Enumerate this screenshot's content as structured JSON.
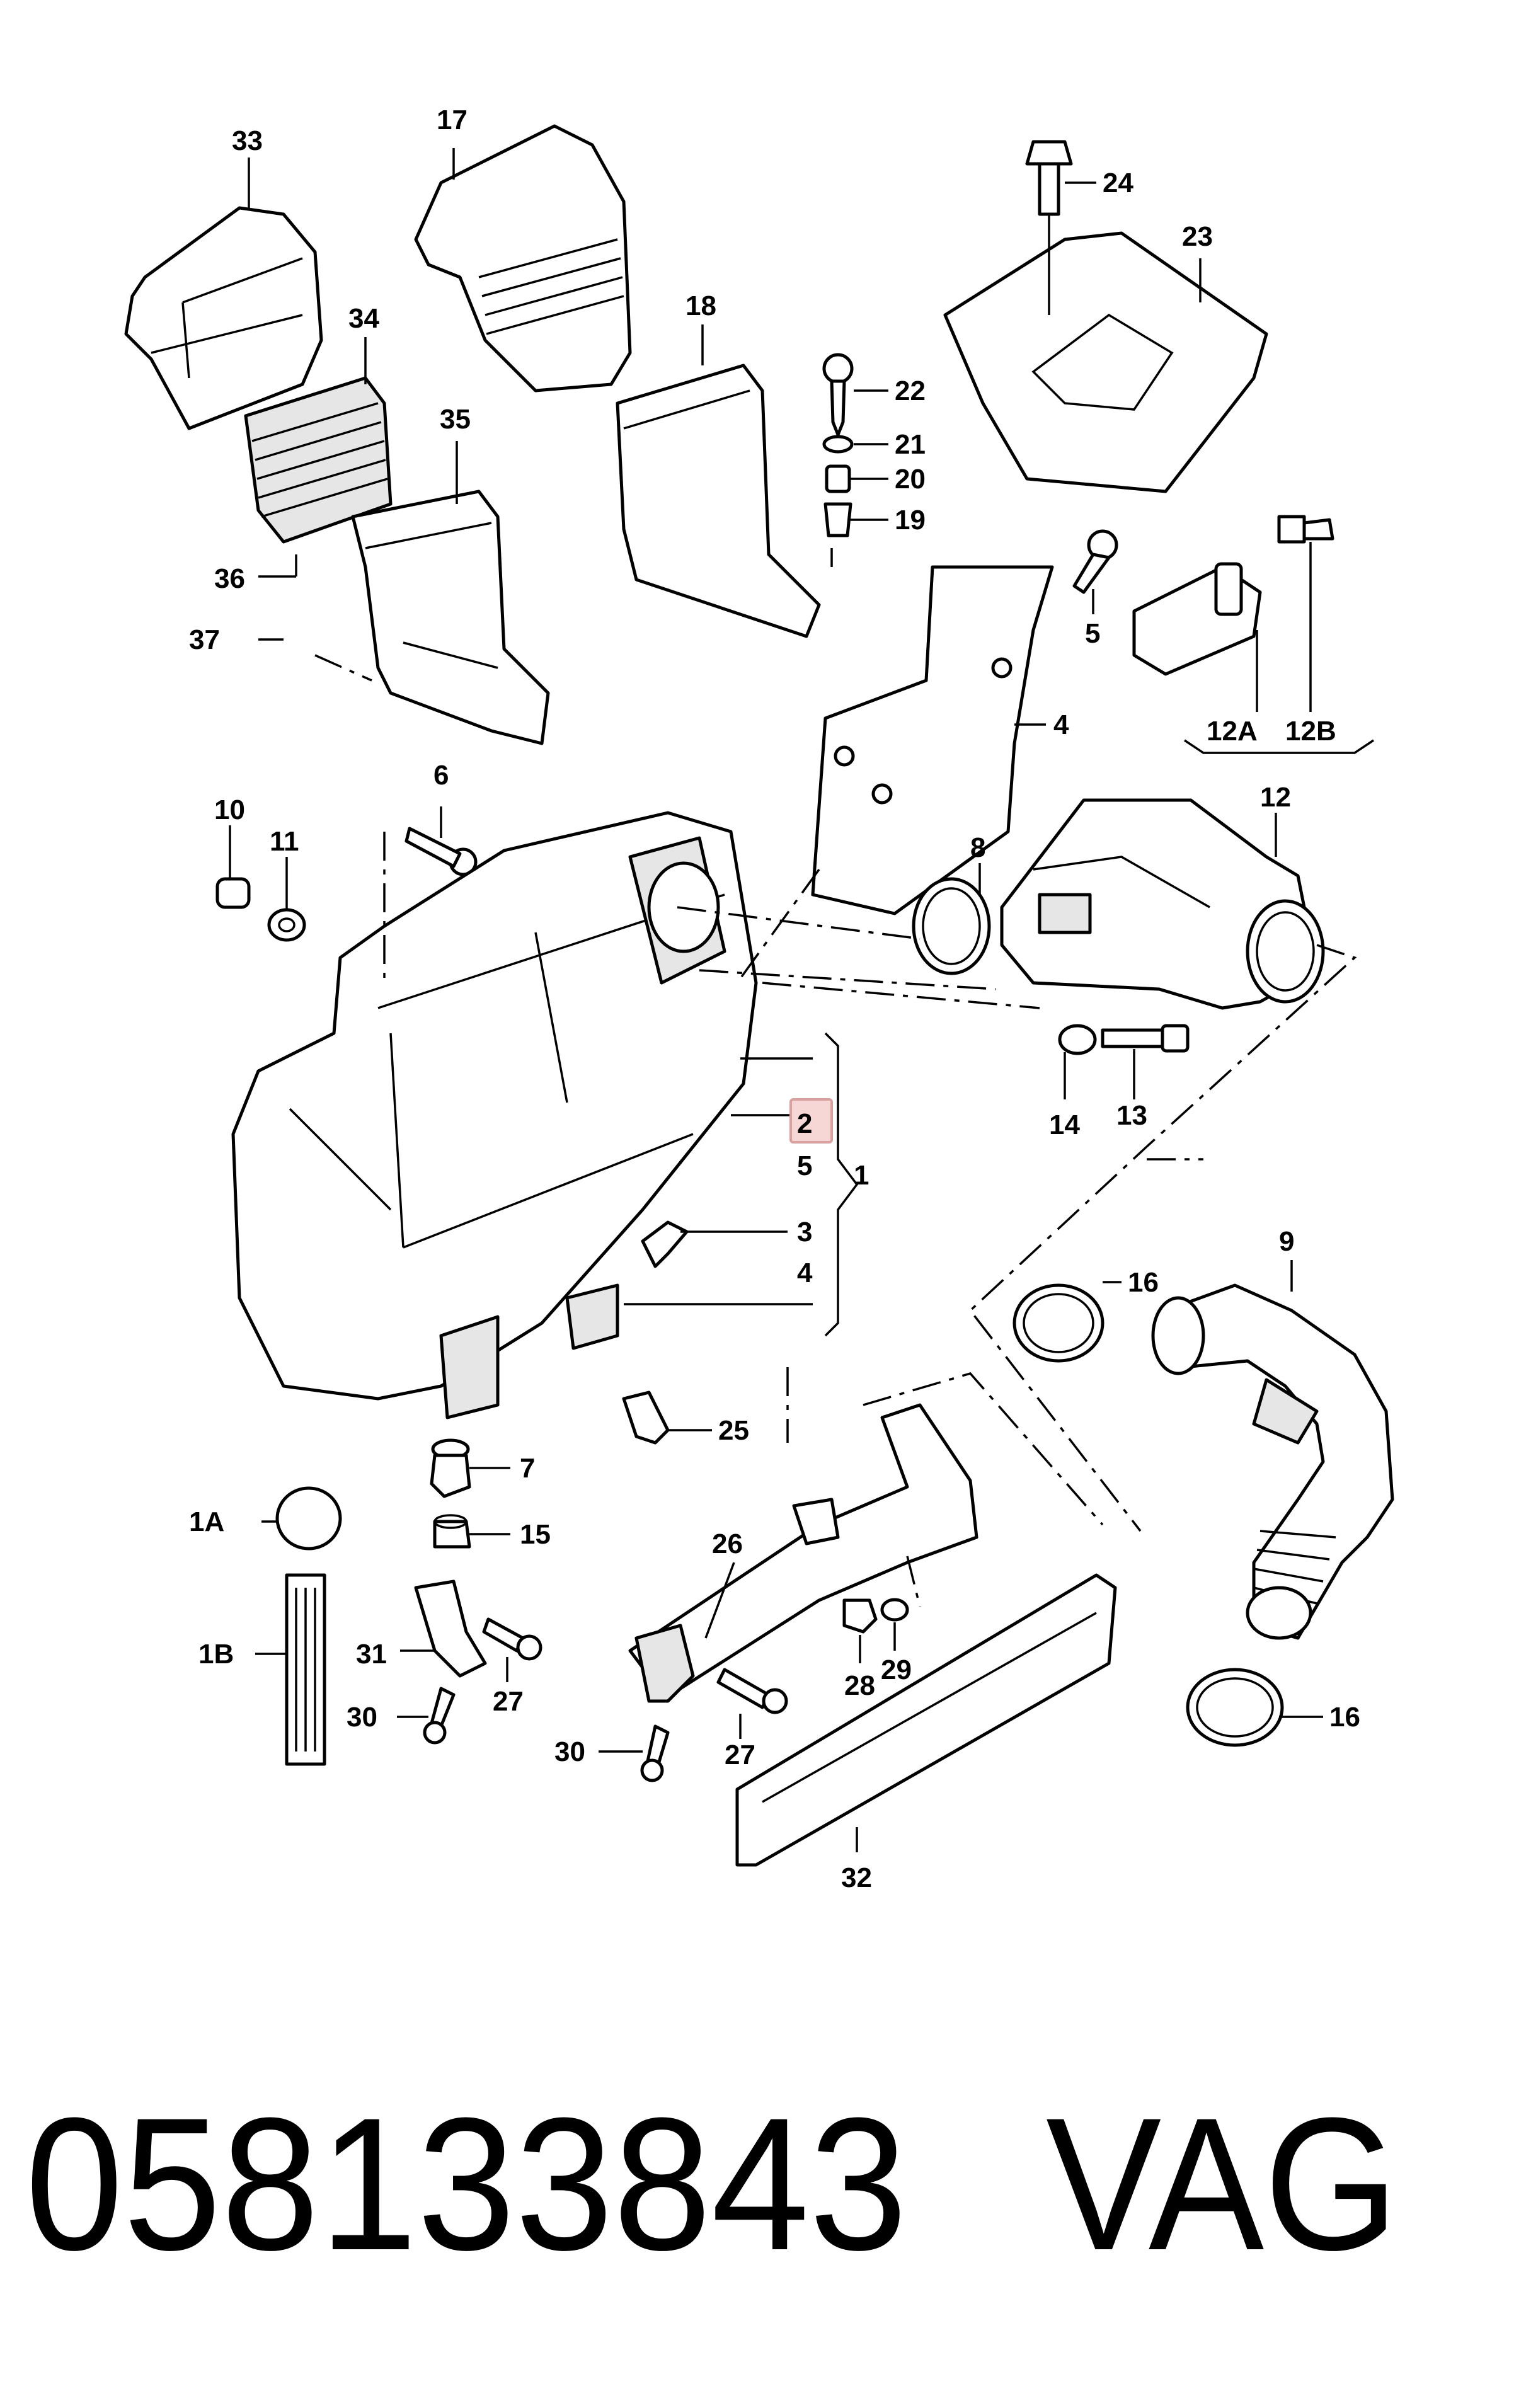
{
  "labels": {
    "p1": "1",
    "p1a": "1A",
    "p1b": "1B",
    "p2": "2",
    "p3": "3",
    "p4a": "4",
    "p4b": "4",
    "p5a": "5",
    "p5b": "5",
    "p6": "6",
    "p7": "7",
    "p8": "8",
    "p9": "9",
    "p10": "10",
    "p11": "11",
    "p12": "12",
    "p12a": "12A",
    "p12b": "12B",
    "p13": "13",
    "p14": "14",
    "p15": "15",
    "p16a": "16",
    "p16b": "16",
    "p17": "17",
    "p18": "18",
    "p19": "19",
    "p20": "20",
    "p21": "21",
    "p22": "22",
    "p23": "23",
    "p24": "24",
    "p25": "25",
    "p26": "26",
    "p27a": "27",
    "p27b": "27",
    "p28": "28",
    "p29": "29",
    "p30a": "30",
    "p30b": "30",
    "p31": "31",
    "p32": "32",
    "p33": "33",
    "p34": "34",
    "p35": "35",
    "p36": "36",
    "p37": "37"
  },
  "part_number": "058133843",
  "brand": "VAG",
  "colors": {
    "line": "#000000",
    "highlight_box": "#f7d6d6",
    "highlight_stroke": "#d9a0a0"
  }
}
